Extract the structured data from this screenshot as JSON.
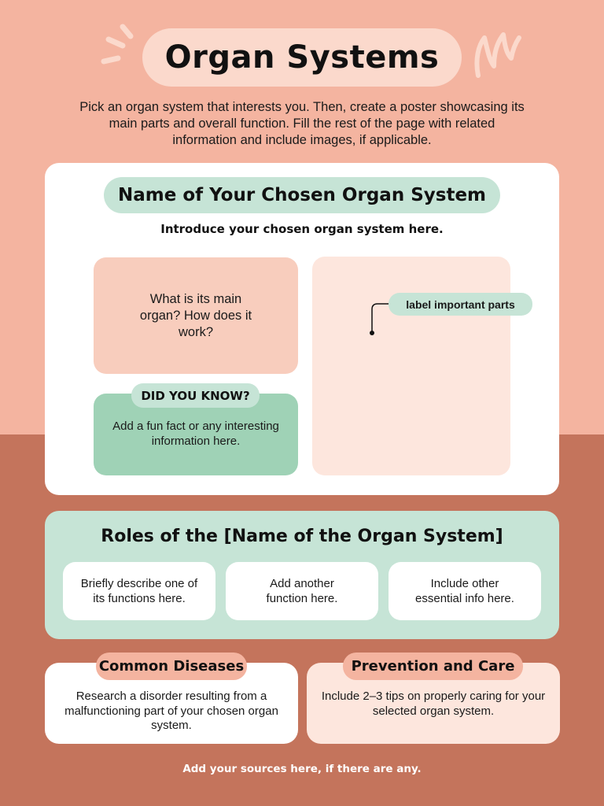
{
  "header": {
    "title": "Organ Systems",
    "instructions": "Pick an organ system that interests you. Then, create a poster showcasing its main parts and overall function. Fill the rest of the page with related information and include images, if applicable."
  },
  "main_card": {
    "system_name": "Name of Your Chosen Organ System",
    "intro": "Introduce your chosen organ system here.",
    "organ_question": "What is its main organ? How does it work?",
    "did_you_know_label": "DID YOU KNOW?",
    "did_you_know_text": "Add a fun fact or any interesting information here.",
    "label_callout": "label important parts"
  },
  "roles": {
    "title": "Roles of the [Name of the Organ System]",
    "cards": [
      {
        "text": "Briefly describe one of its functions here."
      },
      {
        "text": "Add another function here."
      },
      {
        "text": "Include other essential info here."
      }
    ]
  },
  "diseases": {
    "title": "Common Diseases",
    "text": "Research a disorder resulting from a malfunctioning part of your chosen organ system."
  },
  "prevention": {
    "title": "Prevention and Care",
    "text": "Include 2–3 tips on properly caring for your selected organ system."
  },
  "footer": {
    "sources": "Add your sources here, if there are any."
  },
  "colors": {
    "background_top": "#f4b4a0",
    "background_bottom": "#c4745c",
    "mint": "#c6e4d6",
    "green": "#9fd2b6",
    "peach": "#f8cdbd",
    "light_peach": "#fde6dd",
    "white": "#ffffff"
  }
}
